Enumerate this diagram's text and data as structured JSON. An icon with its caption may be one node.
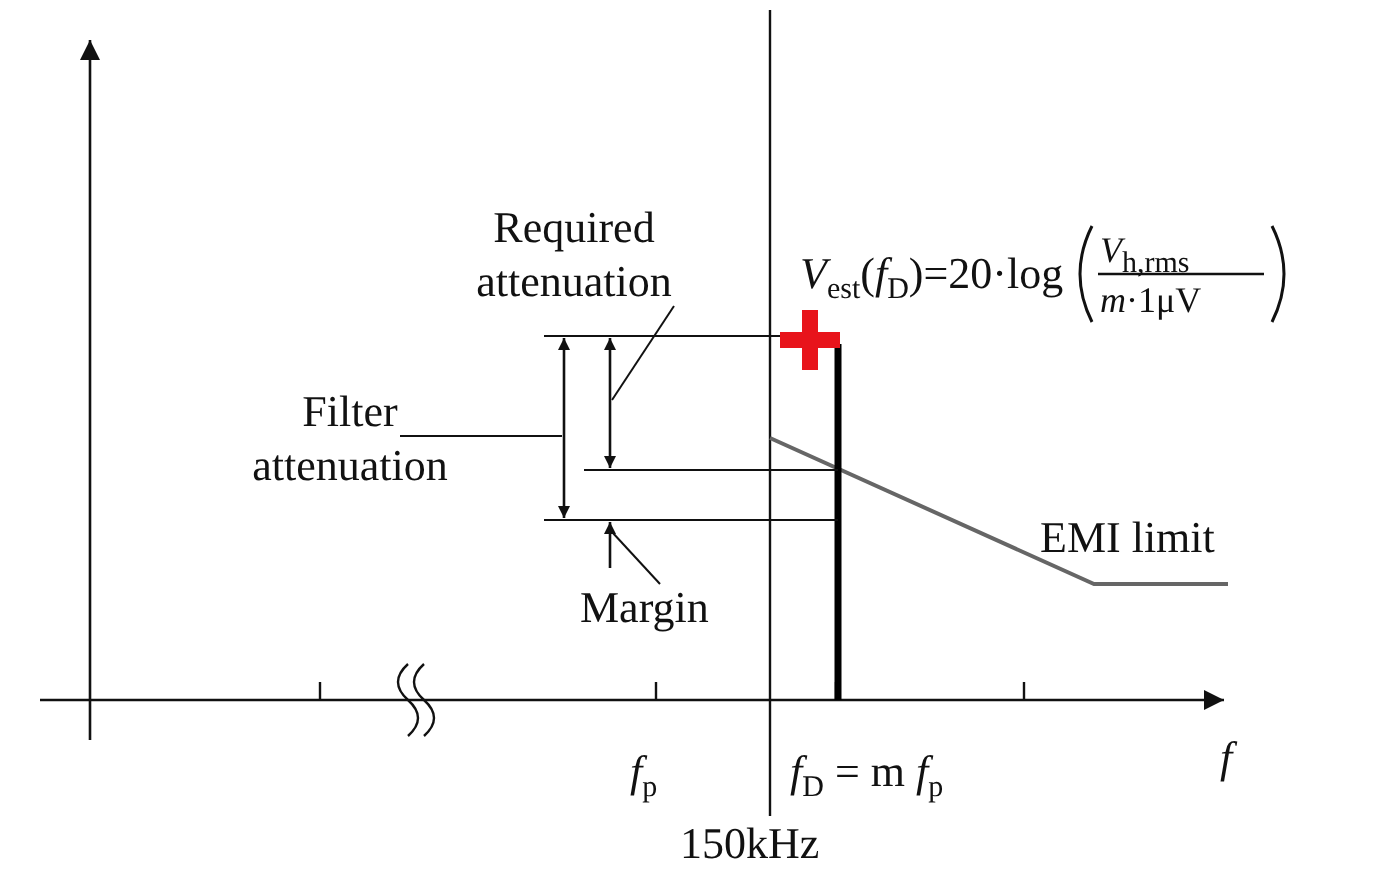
{
  "diagram": {
    "nodes": [
      {
        "text": [
          "Required attenuation"
        ]
      },
      {
        "text": [
          "Filter attenuation"
        ]
      },
      {
        "text": [
          "Margin"
        ]
      },
      {
        "text": [],
        "shape": "arrow"
      },
      {
        "text": [],
        "shape": "arrow"
      },
      {
        "text": [],
        "shape": "arrow"
      }
    ],
    "edges": [
      {
        "from": 0,
        "to": 4,
        "arrow": "none"
      },
      {
        "from": 1,
        "to": 3,
        "arrow": "none"
      },
      {
        "from": 2,
        "to": 5,
        "arrow": "none"
      }
    ],
    "labels": [
      "*V*$_{est}$(*f*$_{D}$)=20·log",
      "*V*$_{h,rms}$",
      "*m*·1μV",
      "EMI limit",
      "*f*$_{p}$",
      "*f*$_{D}$ = m *f*$_{p}$",
      "150kHz",
      "*f*"
    ]
  }
}
